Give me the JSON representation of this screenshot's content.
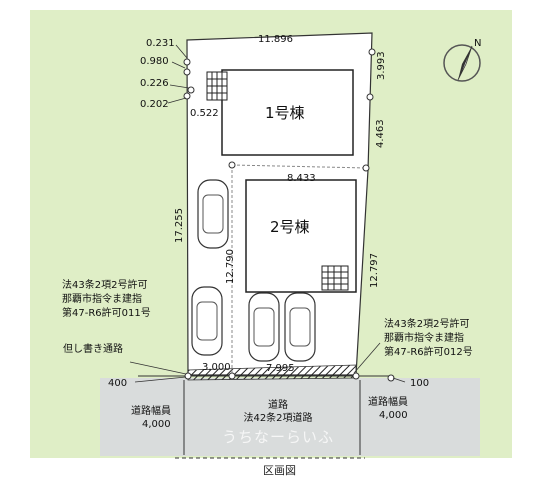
{
  "caption": "区画図",
  "watermark": "うちなーらいふ",
  "buildings": {
    "b1": "1号棟",
    "b2": "2号棟"
  },
  "dimensions": {
    "d_0231": "0.231",
    "d_0980": "0.980",
    "d_0226": "0.226",
    "d_0202": "0.202",
    "d_0522": "0.522",
    "d_11896": "11.896",
    "d_3993": "3.993",
    "d_4463": "4.463",
    "d_8433": "8.433",
    "d_17255": "17.255",
    "d_12790": "12.790",
    "d_12797": "12.797",
    "d_3000": "3.000",
    "d_7995": "7.995",
    "d_400": "400",
    "d_100": "100"
  },
  "notes": {
    "left_line1": "法43条2項2号許可",
    "left_line2": "那覇市指令ま建指",
    "left_line3": "第47-R6許可011号",
    "left_line4": "但し書き通路",
    "right_line1": "法43条2項2号許可",
    "right_line2": "那覇市指令ま建指",
    "right_line3": "第47-R6許可012号"
  },
  "road": {
    "title": "道路",
    "subtitle": "法42条2項道路",
    "width_left_label": "道路幅員",
    "width_left_value": "4,000",
    "width_right_label": "道路幅員",
    "width_right_value": "4,000"
  },
  "compass": {
    "north": "N"
  },
  "colors": {
    "background": "#dfeec6",
    "lot": "#ffffff",
    "road": "#d9dcdc",
    "hatch": "#333333"
  }
}
